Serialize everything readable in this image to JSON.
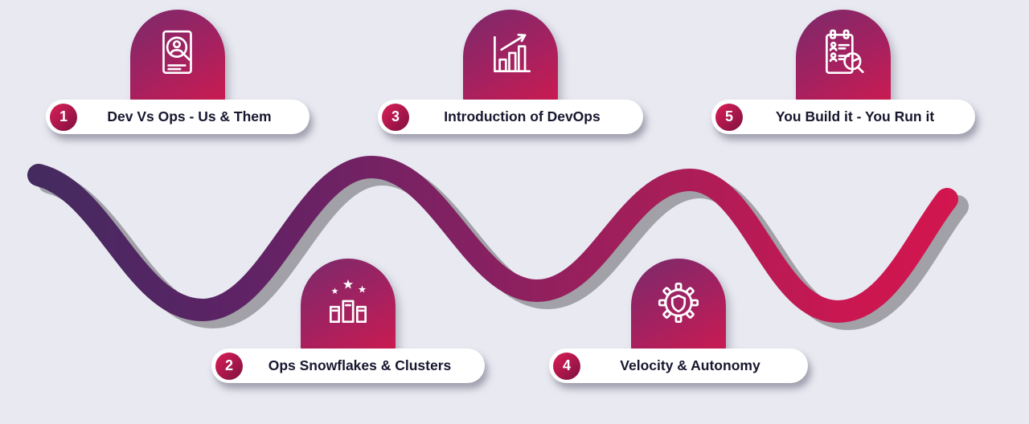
{
  "page": {
    "background": "#e9e9f2"
  },
  "timeline": {
    "wave": {
      "gradient": [
        "#3f2c5e",
        "#5c2365",
        "#832162",
        "#a81e58",
        "#c91751",
        "#d8154d"
      ],
      "shadow_color": "#8f8f94"
    },
    "badge": {
      "gradient_start": "#7b2a6b",
      "gradient_end": "#cd1b50"
    },
    "number_circle": {
      "gradient_start": "#c91c53",
      "gradient_end": "#7e1040"
    },
    "items": [
      {
        "number": "1",
        "label": "Dev Vs Ops - Us & Them",
        "icon": "document-search-person-icon"
      },
      {
        "number": "2",
        "label": "Ops Snowflakes & Clusters",
        "icon": "podium-stars-icon"
      },
      {
        "number": "3",
        "label": "Introduction of DevOps",
        "icon": "bar-chart-growth-icon"
      },
      {
        "number": "4",
        "label": "Velocity & Autonomy",
        "icon": "gear-shield-icon"
      },
      {
        "number": "5",
        "label": "You Build it - You Run it",
        "icon": "clipboard-team-report-icon"
      }
    ]
  }
}
